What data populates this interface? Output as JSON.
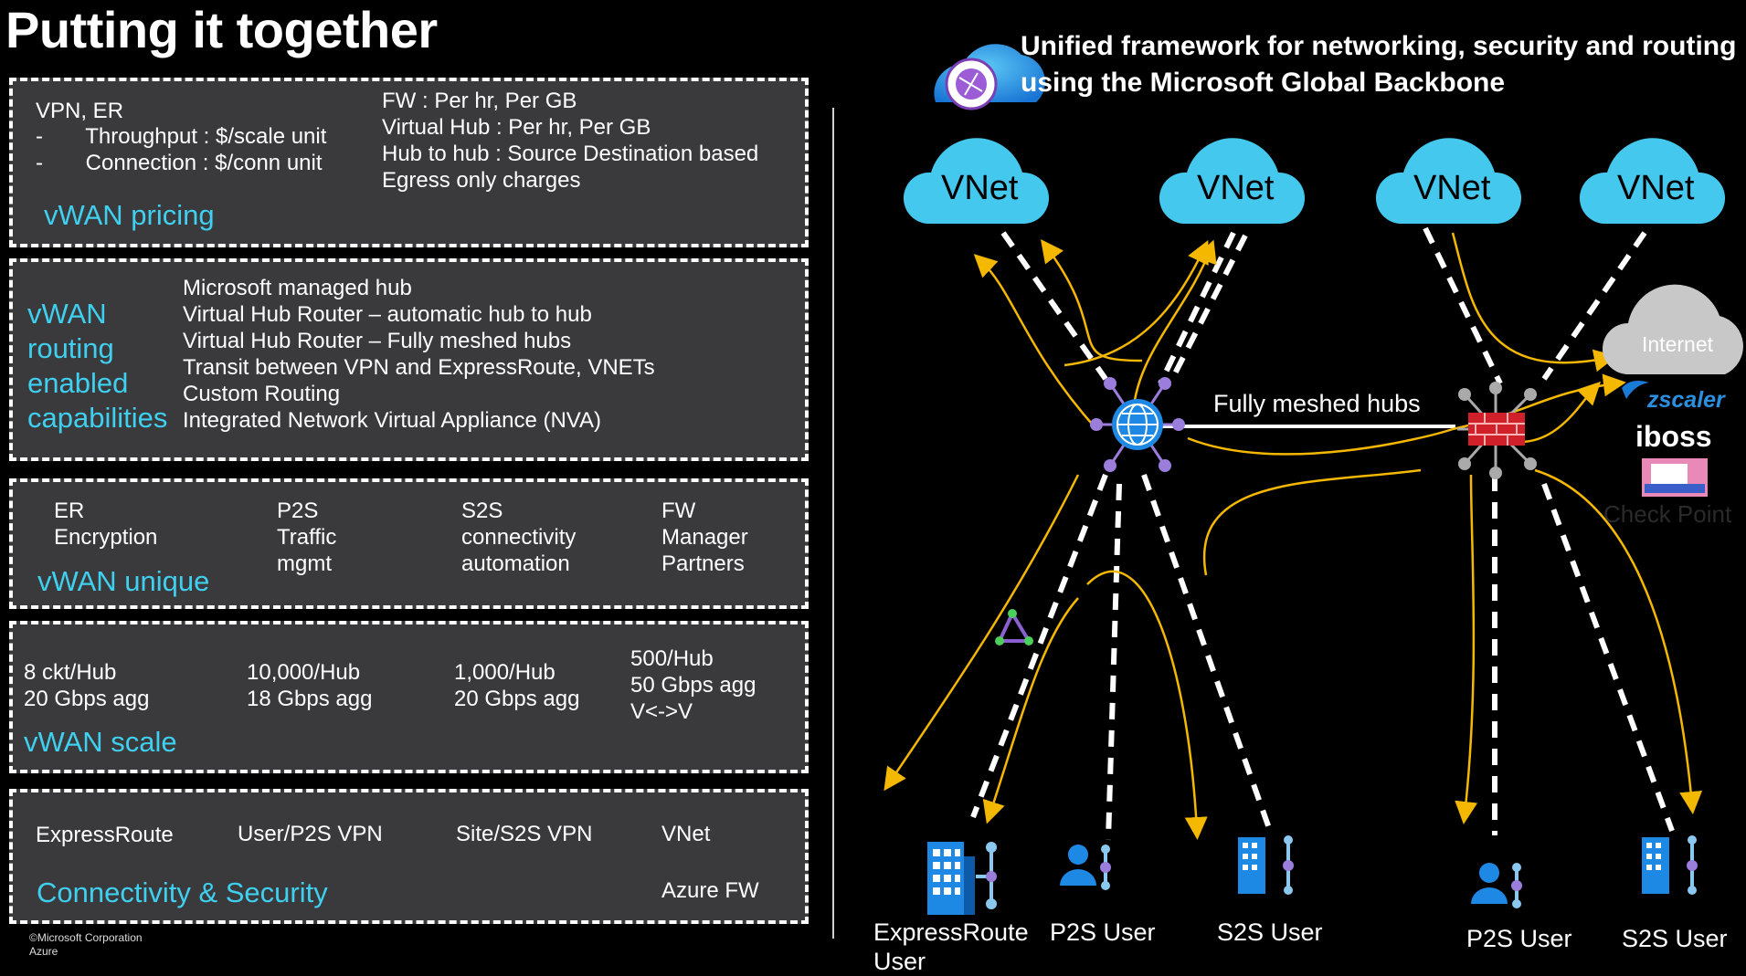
{
  "title": "Putting it together",
  "footer": {
    "line1": "©Microsoft Corporation",
    "line2": "Azure"
  },
  "pricing": {
    "left1": "VPN, ER",
    "left2": "-       Throughput : $/scale unit",
    "left3": "-       Connection : $/conn unit",
    "right1": "FW : Per hr, Per GB",
    "right2": "Virtual Hub : Per hr, Per GB",
    "right3": "Hub to hub : Source Destination based",
    "right4": "Egress only charges",
    "heading": "vWAN pricing"
  },
  "routing": {
    "heading": [
      "vWAN",
      "routing",
      "enabled",
      "capabilities"
    ],
    "items": [
      "Microsoft managed hub",
      "Virtual Hub Router – automatic hub to hub",
      "Virtual Hub Router – Fully meshed hubs",
      "Transit between VPN and ExpressRoute, VNETs",
      "Custom Routing",
      "Integrated Network Virtual Appliance (NVA)"
    ]
  },
  "unique": {
    "heading": "vWAN unique",
    "cols": [
      [
        "ER",
        "Encryption"
      ],
      [
        "P2S",
        "Traffic",
        "mgmt"
      ],
      [
        "S2S",
        "connectivity",
        "automation"
      ],
      [
        "FW",
        "Manager",
        "Partners"
      ]
    ]
  },
  "scale": {
    "heading": "vWAN scale",
    "cols": [
      [
        "8 ckt/Hub",
        "20 Gbps agg"
      ],
      [
        "10,000/Hub",
        "18 Gbps agg"
      ],
      [
        "1,000/Hub",
        "20 Gbps agg"
      ],
      [
        "500/Hub",
        "50 Gbps agg",
        "V<->V"
      ]
    ]
  },
  "connectivity": {
    "heading": "Connectivity & Security",
    "items": [
      "ExpressRoute",
      "User/P2S VPN",
      "Site/S2S VPN",
      "VNet",
      "Azure FW"
    ]
  },
  "diagram": {
    "headline1": "Unified framework for networking, security and routing",
    "headline2": "using the Microsoft Global Backbone",
    "vnet_label": "VNet",
    "internet_label": "Internet",
    "mesh_label": "Fully meshed hubs",
    "partners": [
      "zscaler",
      "iboss",
      "Check Point"
    ],
    "bottom_labels": [
      "ExpressRoute",
      "User",
      "P2S User",
      "S2S User",
      "P2S User",
      "S2S User"
    ]
  },
  "colors": {
    "accent_cyan": "#3fd0f0",
    "cloud": "#45c8ee",
    "arrow": "#f5b800",
    "firewall": "#d0202a",
    "hub": "#1e88e5"
  }
}
